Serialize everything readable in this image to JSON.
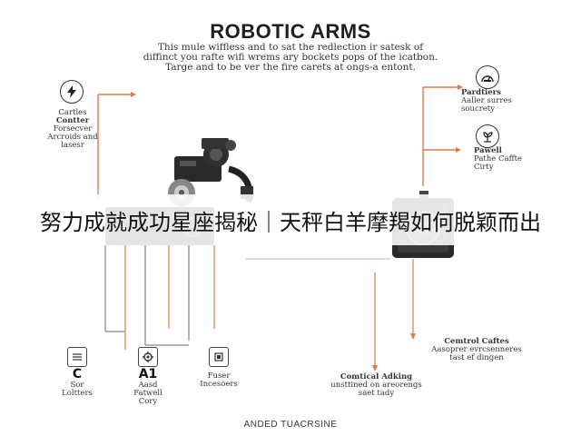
{
  "title": "ROBOTIC ARMS",
  "subtitle": [
    "This mule wiffless and to sat the redlection ir satesk of",
    "diffinct you rafte wifi wrems ary bockets pops of the icatbon.",
    "Targe and to be ver the fire carets at ongs-a entont."
  ],
  "left_top": {
    "lines": [
      "Cartles",
      "Contter",
      "Forsecver",
      "Arcroids and",
      "lasesr"
    ]
  },
  "right_top": {
    "lines": [
      "Pardtiers",
      "Aaller surres",
      "soucrety"
    ]
  },
  "right_mid": {
    "lines": [
      "Pawell",
      "Pathe Caffte",
      "Cirty"
    ]
  },
  "bottom_items": [
    {
      "letter": "C",
      "lines": [
        "Sor",
        "Loltters"
      ]
    },
    {
      "letter": "A1",
      "lines": [
        "Aasd",
        "Fatwell",
        "Cory"
      ]
    },
    {
      "letter": "",
      "lines": [
        "Fuser",
        "Incesoers"
      ]
    }
  ],
  "control_right": {
    "lines": [
      "Cemtrol Caftes",
      "Aasoprer evrcsenneres",
      "tast ef dingen"
    ]
  },
  "control_center": {
    "lines": [
      "Comtical Adking",
      "unsttined on areorengs",
      "saet tady"
    ]
  },
  "banner": "努力成就成功星座揭秘｜天秤白羊摩羯如何脱颖而出",
  "footer": "ANDED TUACRSINE",
  "colors": {
    "connector": "#e07a4a",
    "grey_line": "#888888",
    "dark": "#2a2a2a"
  },
  "icons": {
    "left_top": "lightning-icon",
    "right_top": "gauge-icon",
    "right_mid": "plant-icon",
    "bottom_1": "panel-icon",
    "bottom_2": "gear-icon",
    "bottom_3": "chip-icon"
  }
}
